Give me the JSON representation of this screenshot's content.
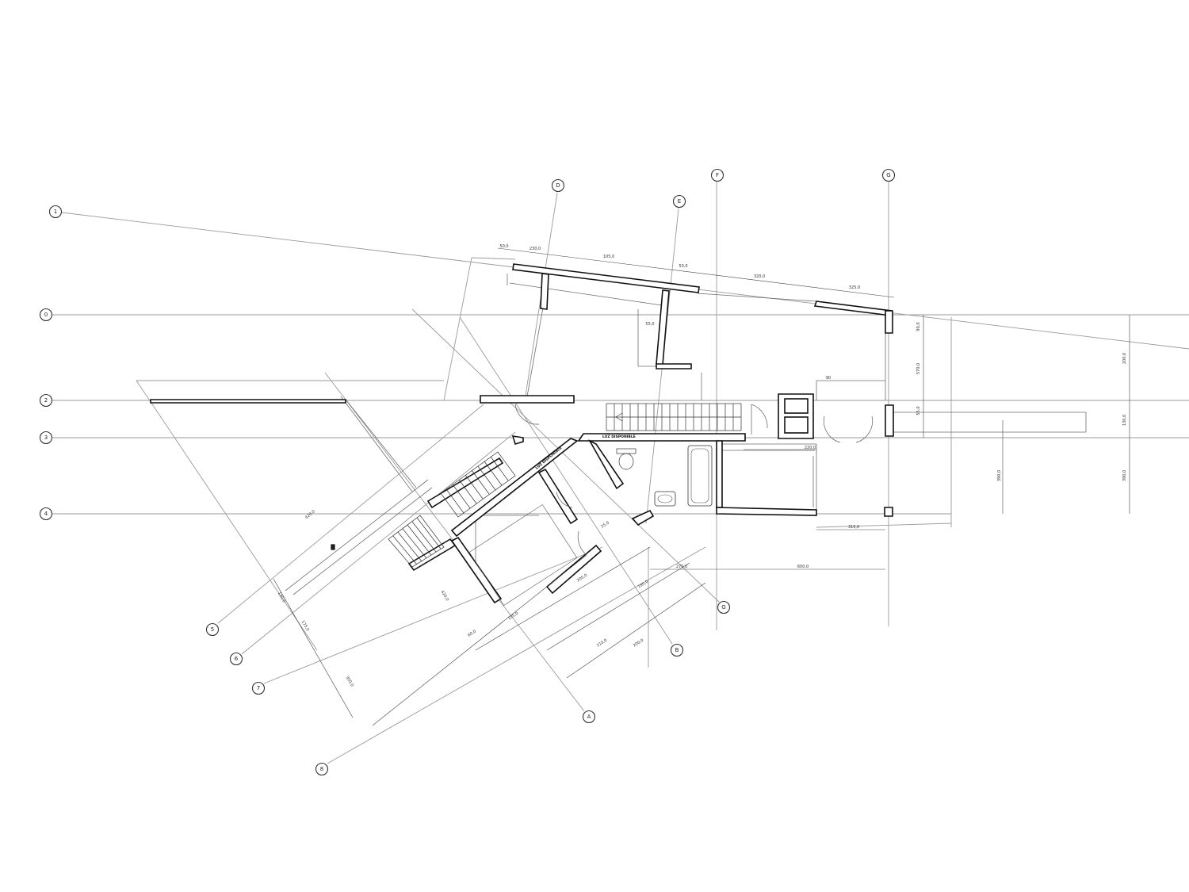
{
  "grid_labels": {
    "row_1": "1",
    "row_0": "0",
    "row_2": "2",
    "row_3": "3",
    "row_4": "4",
    "col_D": "D",
    "col_E": "E",
    "col_F": "F",
    "col_G": "G",
    "col_G2": "G",
    "col_B": "B",
    "col_A": "A",
    "diag_5": "5",
    "diag_6": "6",
    "diag_7": "7",
    "diag_8": "8"
  },
  "dimensions": {
    "d_top_1": "50,0",
    "d_top_2": "230,0",
    "d_top_3": "105,0",
    "d_top_4": "50,0",
    "d_top_5": "320,0",
    "d_top_6": "325,0",
    "d_right_1": "90,0",
    "d_right_2": "570,0",
    "d_right_3": "55,0",
    "d_right_4": "200,0",
    "d_right_5": "130,0",
    "d_right_6": "390,0",
    "d_mid_1": "220,0",
    "d_mid_2": "390,0",
    "d_mid_3": "310,0",
    "d_mid_4": "600,0",
    "d_mid_5": "270,0",
    "d_low_1": "210,0",
    "d_low_2": "200,0",
    "d_low_3": "195,0",
    "d_low_4": "205,0",
    "d_low_5": "105,0",
    "d_low_6": "420,0",
    "d_left_1": "130,0",
    "d_left_2": "175,0",
    "d_left_3": "300,0",
    "d_left_4": "420,0",
    "d_small_1": "90",
    "d_small_2": "55,0",
    "d_small_3": "60,0",
    "d_small_4": "25,0"
  },
  "labels": {
    "room_label_1": "LUZ DISPONIBLE",
    "room_label_2": "LUZ DISPONIBLE"
  }
}
